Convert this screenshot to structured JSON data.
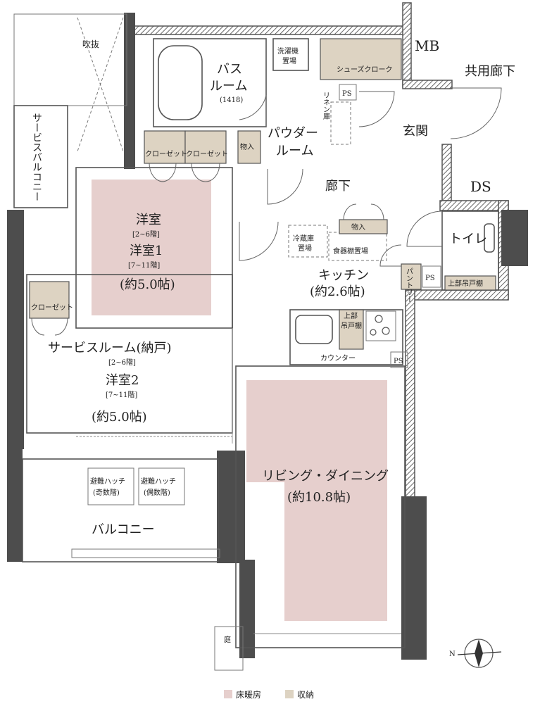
{
  "rooms": {
    "bath_line1": "バス",
    "bath_line2": "ルーム",
    "bath_size": "(1418)",
    "powder_line1": "パウダー",
    "powder_line2": "ルーム",
    "washer_line1": "洗濯機",
    "washer_line2": "置場",
    "shoe_cloak": "シューズクローク",
    "linen": "リネン庫",
    "mb": "MB",
    "common_corridor": "共用廊下",
    "entrance": "玄関",
    "ds": "DS",
    "corridor": "廊下",
    "toilet": "トイレ",
    "upper_shelf_toilet": "上部吊戸棚",
    "fridge_line1": "冷蔵庫",
    "fridge_line2": "置場",
    "dish_shelf": "食器棚置場",
    "kitchen_name": "キッチン",
    "kitchen_size": "(約2.6帖)",
    "pantry": "パントリー",
    "upper_shelf_k1": "上部",
    "upper_shelf_k2": "吊戸棚",
    "counter": "カウンター",
    "storage": "物入",
    "storage2": "物入",
    "closet_a": "クローゼット",
    "closet_b": "クローゼット",
    "closet_c": "クローゼット",
    "western1_a": "洋室",
    "western1_a_floors": "[2~6階]",
    "western1_b": "洋室1",
    "western1_b_floors": "[7~11階]",
    "western1_size": "(約5.0帖)",
    "service_room": "サービスルーム(納戸)",
    "service_room_floors": "[2~6階]",
    "western2": "洋室2",
    "western2_floors": "[7~11階]",
    "western2_size": "(約5.0帖)",
    "living": "リビング・ダイニング",
    "living_size": "(約10.8帖)",
    "balcony": "バルコニー",
    "hatch1_line1": "避難ハッチ",
    "hatch1_line2": "(奇数階)",
    "hatch2_line1": "避難ハッチ",
    "hatch2_line2": "(偶数階)",
    "service_balcony": "サービスバルコニー",
    "void": "吹抜",
    "garden": "庭",
    "ps1": "PS",
    "ps2": "PS",
    "ps3": "PS"
  },
  "legend": {
    "floor_heating": "床暖房",
    "storage": "収納",
    "floor_heating_color": "#e6cfcd",
    "storage_color": "#ddd3c2"
  },
  "compass": {
    "label": "N"
  }
}
